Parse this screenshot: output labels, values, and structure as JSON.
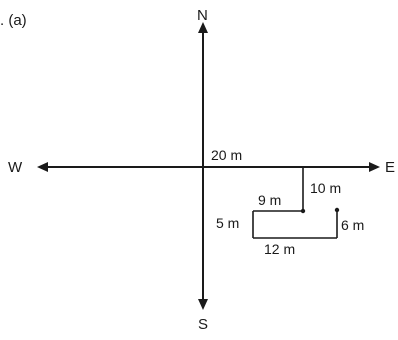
{
  "figure": {
    "part_label": ". (a)",
    "compass": {
      "north": "N",
      "south": "S",
      "east": "E",
      "west": "W"
    },
    "segments": {
      "east_leg": "20 m",
      "south_leg_1": "10 m",
      "west_leg_1": "9 m",
      "south_leg_2": "5 m",
      "east_leg_2": "12 m",
      "north_leg": "6 m"
    }
  }
}
